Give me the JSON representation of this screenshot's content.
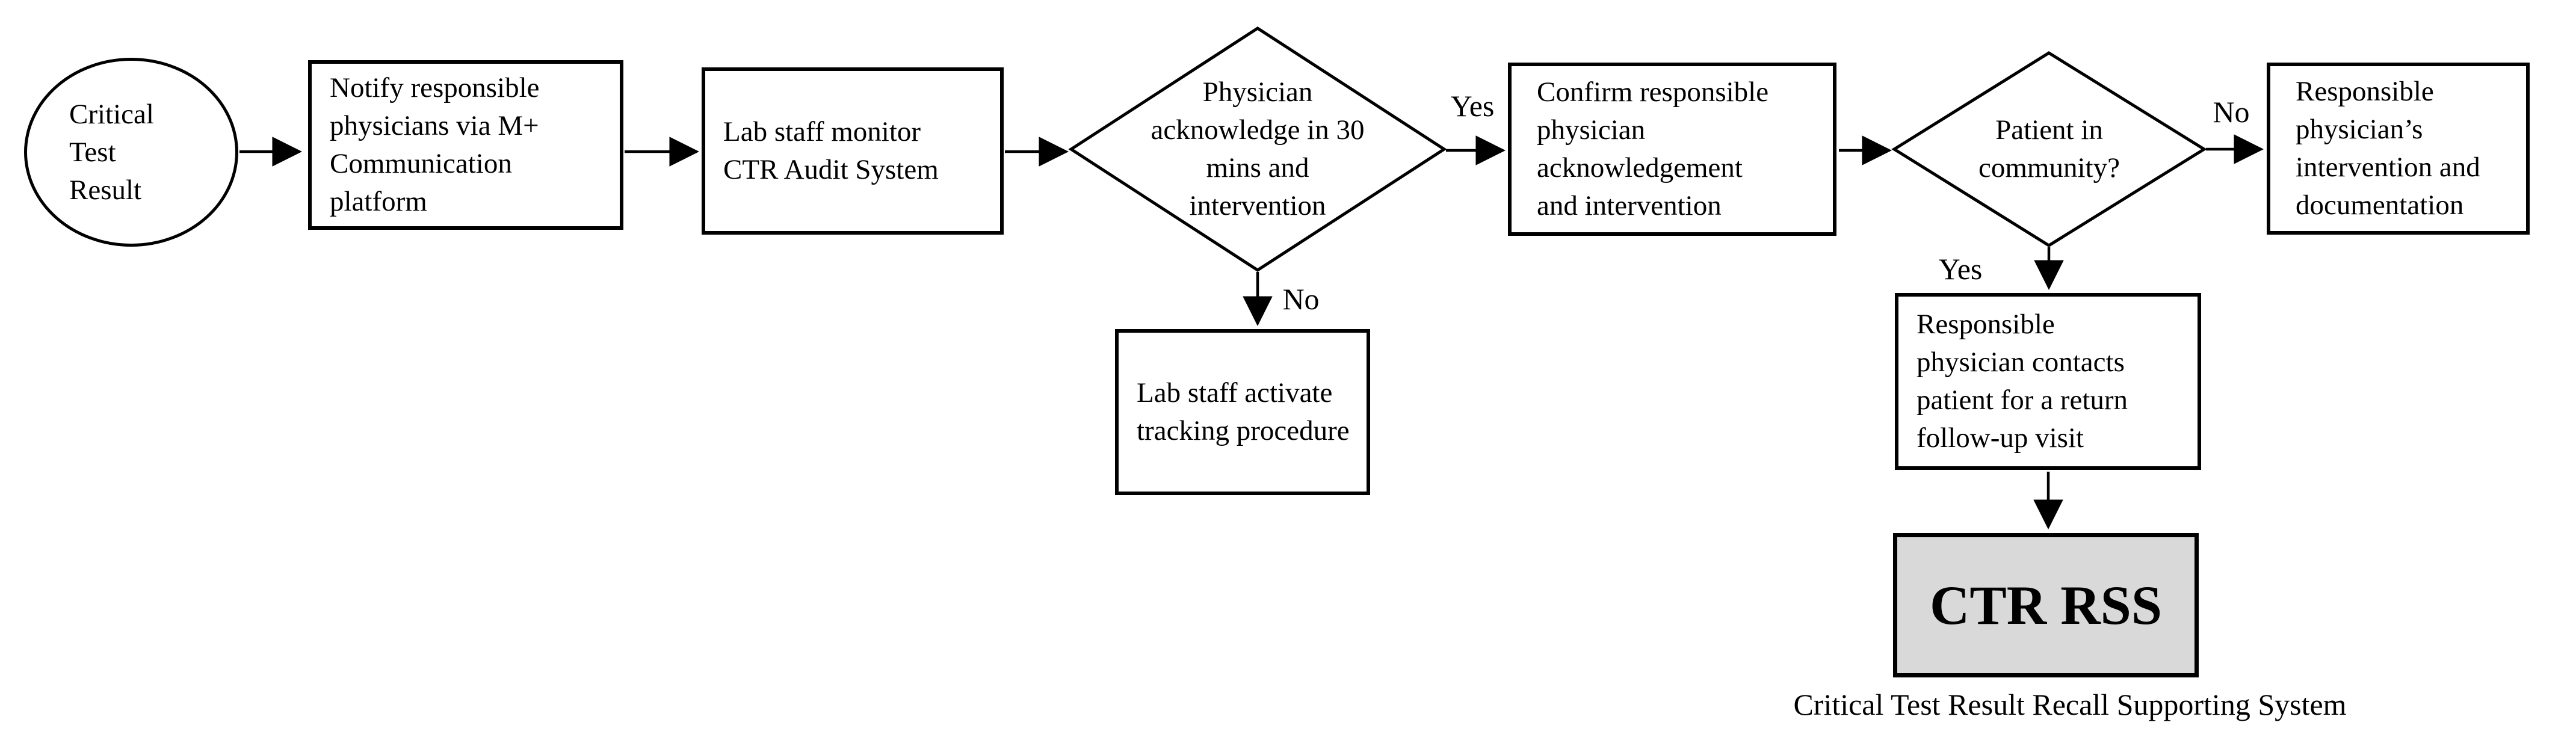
{
  "diagram": {
    "nodes": {
      "start_circle": {
        "label": "Critical\nTest\nResult"
      },
      "notify_box": {
        "label": "Notify responsible\nphysicians via M+\nCommunication\nplatform"
      },
      "monitor_box": {
        "label": "Lab staff monitor\nCTR Audit System"
      },
      "ack_diamond": {
        "label": "Physician\nacknowledge in 30\nmins and\nintervention"
      },
      "confirm_box": {
        "label": "Confirm responsible\nphysician\nacknowledgement\nand intervention"
      },
      "community_diamond": {
        "label": "Patient in\ncommunity?"
      },
      "documentation_box": {
        "label": "Responsible\nphysician’s\nintervention and\ndocumentation"
      },
      "tracking_box": {
        "label": "Lab staff activate\ntracking procedure"
      },
      "contact_box": {
        "label": "Responsible\nphysician contacts\npatient for a return\nfollow-up visit"
      },
      "ctr_rss_box": {
        "label": "CTR RSS"
      }
    },
    "edge_labels": {
      "ack_yes": "Yes",
      "ack_no": "No",
      "community_no": "No",
      "community_yes": "Yes"
    },
    "caption": "Critical Test Result Recall Supporting System",
    "colors": {
      "line": "#000000",
      "text": "#000000",
      "ctr_rss_fill": "#d9d9d9",
      "background": "#ffffff"
    }
  }
}
